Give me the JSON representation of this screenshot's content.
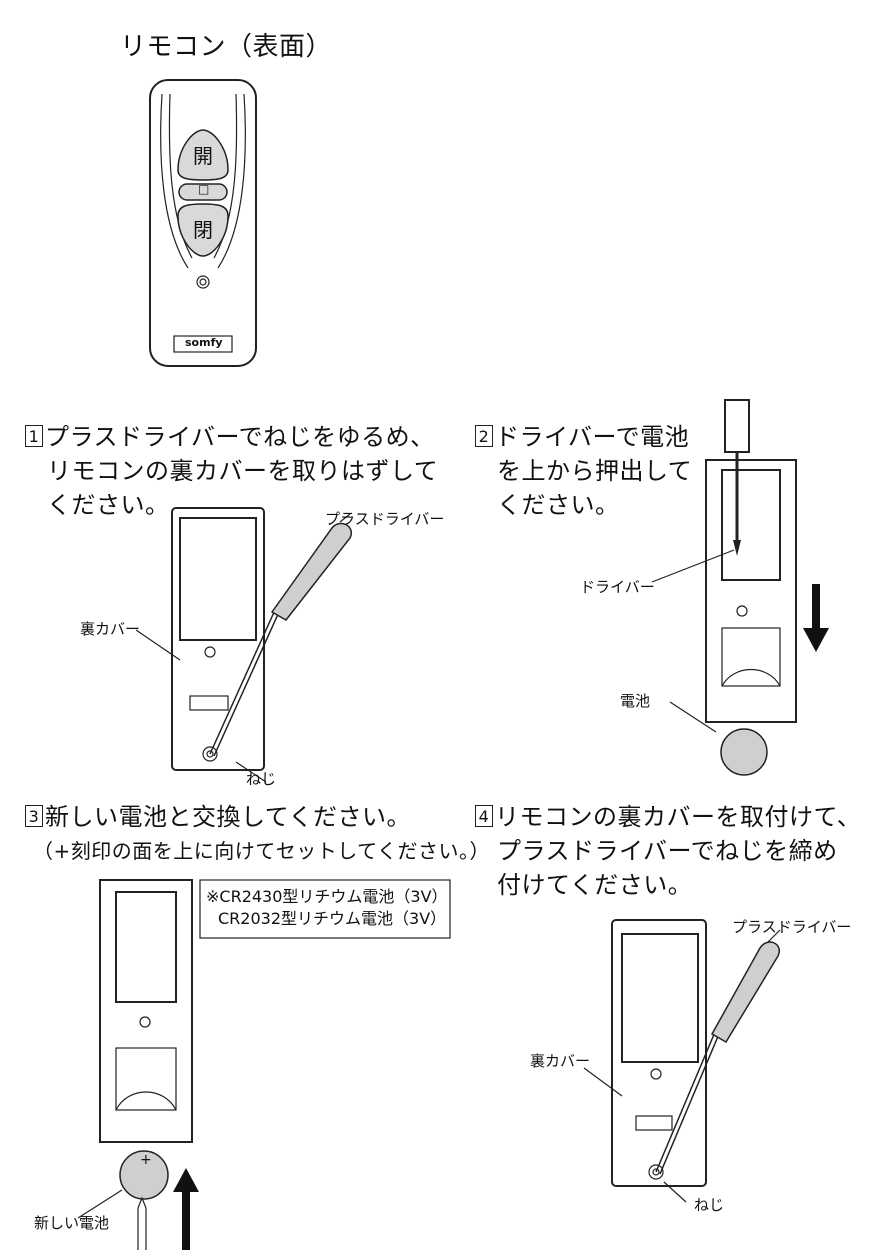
{
  "header": {
    "title": "リモコン（表面）"
  },
  "remote_front": {
    "open_label": "開",
    "stop_label": "□",
    "close_label": "閉",
    "brand": "somfy"
  },
  "steps": [
    {
      "num": "1",
      "lines": [
        "プラスドライバーでねじをゆるめ、",
        "リモコンの裏カバーを取りはずして",
        "ください。"
      ],
      "labels": {
        "screwdriver": "プラスドライバー",
        "back_cover": "裏カバー",
        "screw": "ねじ"
      }
    },
    {
      "num": "2",
      "lines": [
        "ドライバーで電池",
        "を上から押出して",
        "ください。"
      ],
      "labels": {
        "driver": "ドライバー",
        "battery": "電池"
      }
    },
    {
      "num": "3",
      "lines": [
        "新しい電池と交換してください。",
        "（+刻印の面を上に向けてセットしてください。）"
      ],
      "labels": {
        "new_battery": "新しい電池",
        "plus": "+"
      },
      "note": [
        "※CR2430型リチウム電池（3V）",
        "CR2032型リチウム電池（3V）"
      ]
    },
    {
      "num": "4",
      "lines": [
        "リモコンの裏カバーを取付けて、",
        "プラスドライバーでねじを締め",
        "付けてください。"
      ],
      "labels": {
        "screwdriver": "プラスドライバー",
        "back_cover": "裏カバー",
        "screw": "ねじ"
      }
    }
  ]
}
